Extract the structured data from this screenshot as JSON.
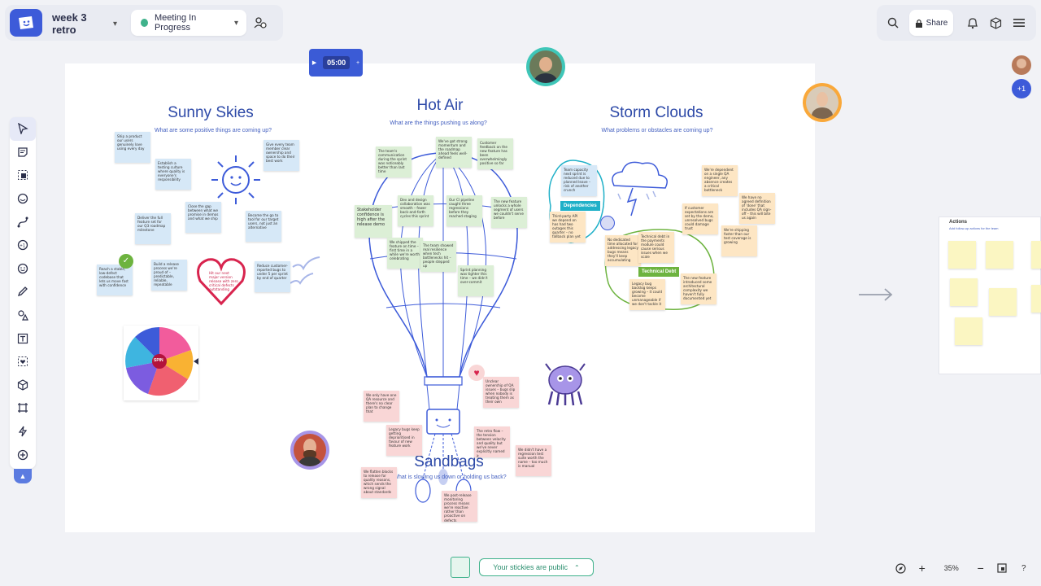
{
  "header": {
    "board_title": "week 3 retro",
    "status": "Meeting In Progress",
    "share_label": "Share"
  },
  "timer": {
    "value": "05:00"
  },
  "participants": {
    "extra_count": "+1"
  },
  "sections": {
    "sunny": {
      "title": "Sunny Skies",
      "subtitle": "What are some positive things are coming up?"
    },
    "hot": {
      "title": "Hot Air",
      "subtitle": "What are the things pushing us along?"
    },
    "storm": {
      "title": "Storm Clouds",
      "subtitle": "What problems or obstacles are coming up?"
    },
    "sandbags": {
      "title": "Sandbags",
      "subtitle": "What is slowing us down or holding us back?"
    }
  },
  "stickies": {
    "sunny": [
      "Ship a product our users genuinely love using every day",
      "Establish a testing culture where quality is everyone's responsibility",
      "Give every team member clear ownership and space to do their best work",
      "Close the gap between what we promise in demos and what we ship",
      "Deliver the full feature set for our Q3 roadmap milestone",
      "Become the go to tool for our target users, not just an alternative",
      "Reach a stable, low-defect codebase that lets us move fast with confidence",
      "Build a release process we're proud of – predictable, reliable, repeatable",
      "Hit our next major version release with zero critical defects outstanding",
      "Reduce customer-reported bugs to under 5 per sprint by end of quarter"
    ],
    "hot": [
      "The team's communication during the sprint was noticeably better than last time",
      "We've got strong momentum and the roadmap ahead feels well-defined",
      "Customer feedback on the new feature has been overwhelmingly positive so far",
      "Dev and design collaboration was smooth – fewer back-and-forth cycles this sprint",
      "Our CI pipeline caught three regressions before they reached staging",
      "The new feature unlocks a whole segment of users we couldn't serve before",
      "Stakeholder confidence is high after the release demo",
      "We shipped the feature on time – first time in a while we're worth celebrating",
      "The team showed real resilience when tech bottlenecks hit – people stepped up",
      "Sprint planning was tighter this time – we didn't over-commit"
    ],
    "storm": [
      "Team capacity next sprint is reduced due to planned leave – risk of another crunch",
      "Third-party API we depend on has had two outages this quarter – no fallback plan yet",
      "We're dependent on a single QA engineer, any absence creates a critical bottleneck",
      "We have no agreed definition of 'done' that includes QA sign-off – this will bite us again",
      "If customer expectations are set by the demo, unresolved bugs could damage trust",
      "We're shipping faster than our test coverage is growing",
      "No dedicated time allocated for addressing legacy bugs means they'll keep accumulating",
      "Technical debt in the payments module could cause serious issues when we scale",
      "Legacy bug backlog keeps growing – it could become unmanageable if we don't tackle it",
      "The new feature introduced some architectural complexity we haven't fully documented yet"
    ],
    "storm_tags": [
      "Dependencies",
      "Technical Debt"
    ],
    "sandbags": [
      "We only have one QA resource and there's no clear plan to change that",
      "Unclear ownership of QA issues – bugs slip when nobody is treating them as their own",
      "Legacy bugs keep getting deprioritised in favour of new feature work",
      "The retro flow – the tension between velocity and quality but we've never explicitly named it",
      "We didn't have a regression test suite worth the name – too much is manual",
      "We flatten blocks to release for quality reasons, which sends the wrong signal about standards",
      "We post-release monitoring process means we're reactive rather than proactive on defects"
    ]
  },
  "wheel": {
    "center_label": "SPIN"
  },
  "actions": {
    "title": "Actions",
    "subtitle": "Add follow-up actions for the team"
  },
  "footer": {
    "visibility": "Your stickies are public",
    "zoom": "35%",
    "help": "?"
  },
  "colors": {
    "brand": "#3d5bd9",
    "status_green": "#3fb28b",
    "heading_blue": "#2e4aa8"
  }
}
